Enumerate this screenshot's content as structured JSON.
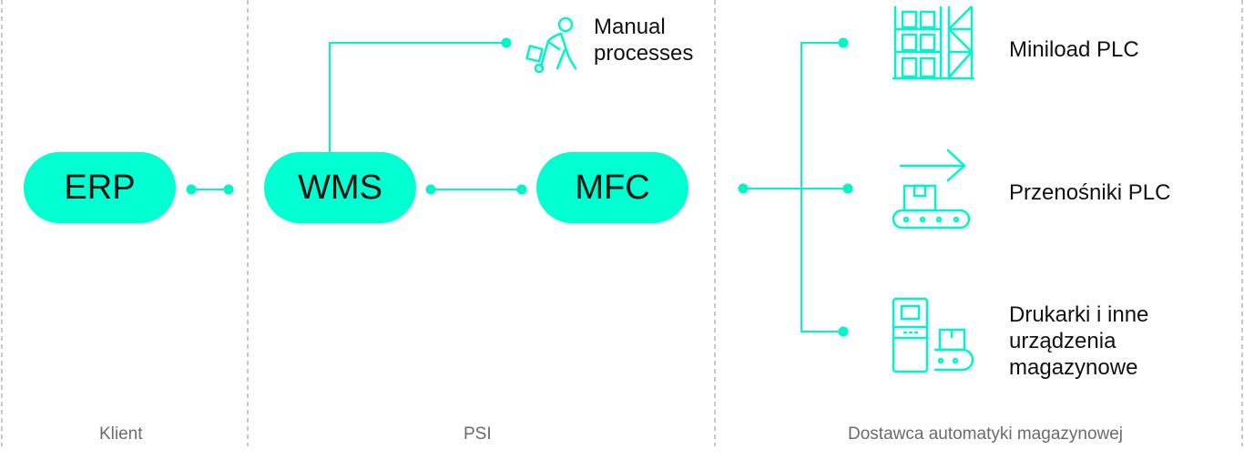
{
  "nodes": {
    "erp": "ERP",
    "wms": "WMS",
    "mfc": "MFC"
  },
  "devices": {
    "manual": [
      "Manual",
      "processes"
    ],
    "miniload": "Miniload PLC",
    "conveyors": "Przenośniki PLC",
    "printers": [
      "Drukarki i inne",
      "urządzenia",
      "magazynowe"
    ]
  },
  "zones": {
    "client": "Klient",
    "psi": "PSI",
    "vendor": "Dostawca automatyki magazynowej"
  },
  "colors": {
    "accent": "#00FFD1",
    "divider": "#b5b5b5"
  }
}
